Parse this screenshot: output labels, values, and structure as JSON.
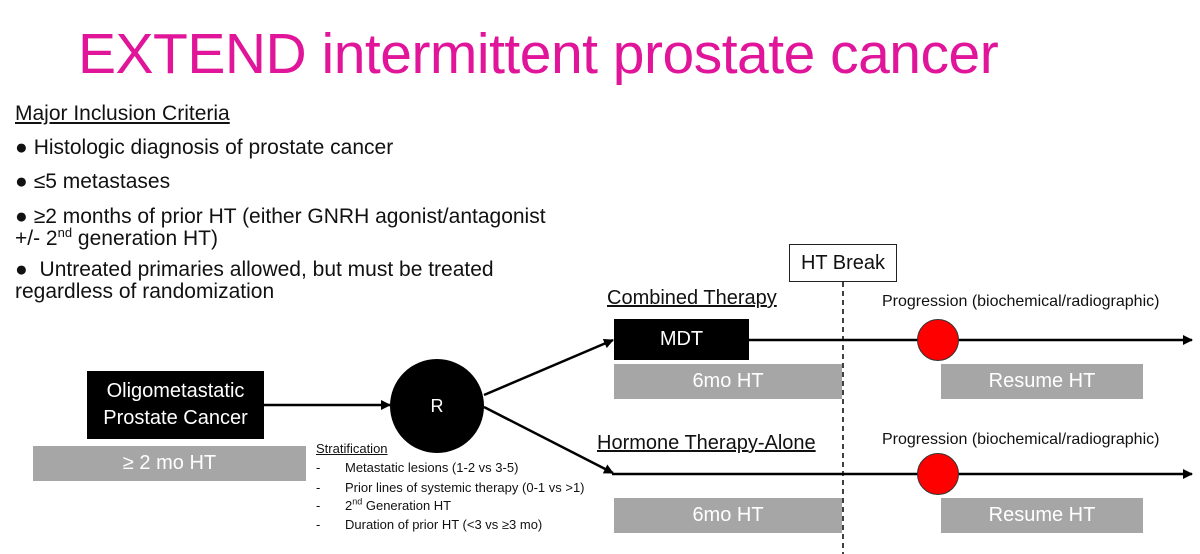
{
  "title": "EXTEND intermittent prostate cancer",
  "colors": {
    "title": "#e0159a",
    "progression_dot": "#ff0000",
    "grey_box": "#a6a6a6",
    "black_box": "#000000"
  },
  "criteria": {
    "heading": "Major Inclusion Criteria",
    "bullet": "●",
    "items": [
      {
        "text": "Histologic diagnosis of prostate cancer"
      },
      {
        "text": "≤5 metastases"
      },
      {
        "line1": "≥2 months of prior HT (either GNRH agonist/antagonist",
        "pre": "+/- 2",
        "sup": "nd",
        "post": " generation HT)"
      },
      {
        "line1": " Untreated primaries allowed, but must be treated",
        "line2": "regardless of randomization"
      }
    ]
  },
  "population": {
    "line1": "Oligometastatic",
    "line2": "Prostate Cancer",
    "prior_ht": "≥ 2 mo HT"
  },
  "randomize_label": "R",
  "stratification": {
    "heading": "Stratification",
    "dash": "-",
    "items": [
      {
        "text": "Metastatic lesions (1-2 vs 3-5)"
      },
      {
        "text": "Prior lines of systemic therapy (0-1 vs >1)"
      },
      {
        "pre": "2",
        "sup": "nd",
        "post": " Generation HT"
      },
      {
        "text": "Duration of prior HT (<3 vs ≥3 mo)"
      }
    ]
  },
  "ht_break": "HT Break",
  "arms": {
    "combined": {
      "title": "Combined Therapy",
      "mdt": "MDT",
      "initial_ht": "6mo HT",
      "progression": "Progression (biochemical/radiographic)",
      "resume": "Resume HT"
    },
    "hormone_alone": {
      "title": "Hormone Therapy-Alone",
      "initial_ht": "6mo HT",
      "progression": "Progression (biochemical/radiographic)",
      "resume": "Resume HT"
    }
  }
}
